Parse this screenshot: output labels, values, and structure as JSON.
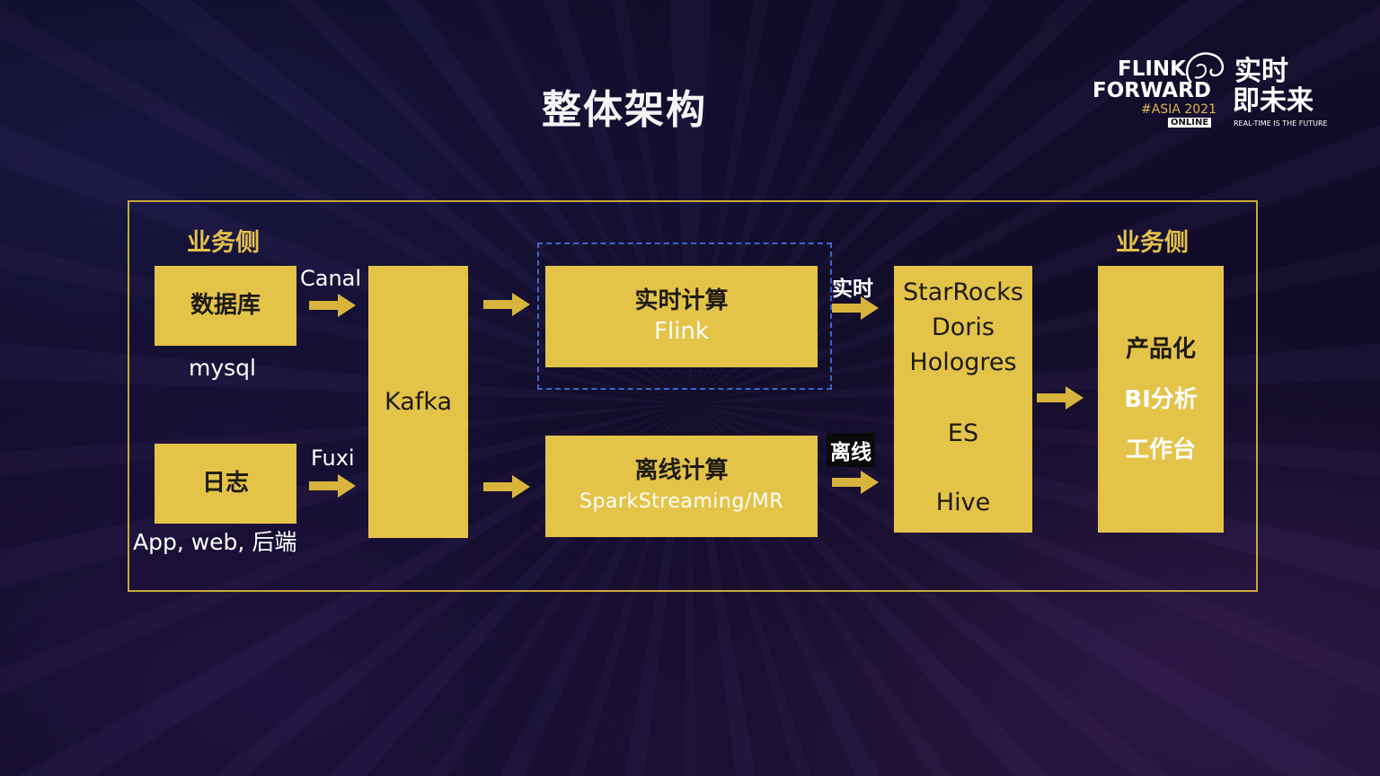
{
  "slide": {
    "title": "整体架构"
  },
  "logo": {
    "line1": "FLINK",
    "line2": "FORWARD",
    "line3": "#ASIA 2021",
    "badge": "ONLINE",
    "cn_line1": "实时",
    "cn_line2": "即未来",
    "tagline": "REAL-TIME IS THE FUTURE"
  },
  "diagram": {
    "left_header": "业务侧",
    "right_header": "业务侧",
    "source_db": {
      "label": "数据库",
      "sub": "mysql",
      "connector": "Canal"
    },
    "source_log": {
      "label": "日志",
      "sub": "App, web, 后端",
      "connector": "Fuxi"
    },
    "kafka": {
      "label": "Kafka"
    },
    "realtime_compute": {
      "label": "实时计算",
      "engine": "Flink"
    },
    "offline_compute": {
      "label": "离线计算",
      "engine": "SparkStreaming/MR"
    },
    "realtime_tag": "实时",
    "offline_tag": "离线",
    "storage": {
      "line1": "StarRocks",
      "line2": "Doris",
      "line3": "Hologres",
      "line4": "ES",
      "line5": "Hive"
    },
    "apps": {
      "line1": "产品化",
      "line2": "BI分析",
      "line3": "工作台"
    }
  },
  "colors": {
    "box": "#e4c349",
    "frame": "#c9a83a",
    "arrow": "#d8b43c",
    "dashed": "#3a68c8",
    "header": "#e5c04c"
  }
}
